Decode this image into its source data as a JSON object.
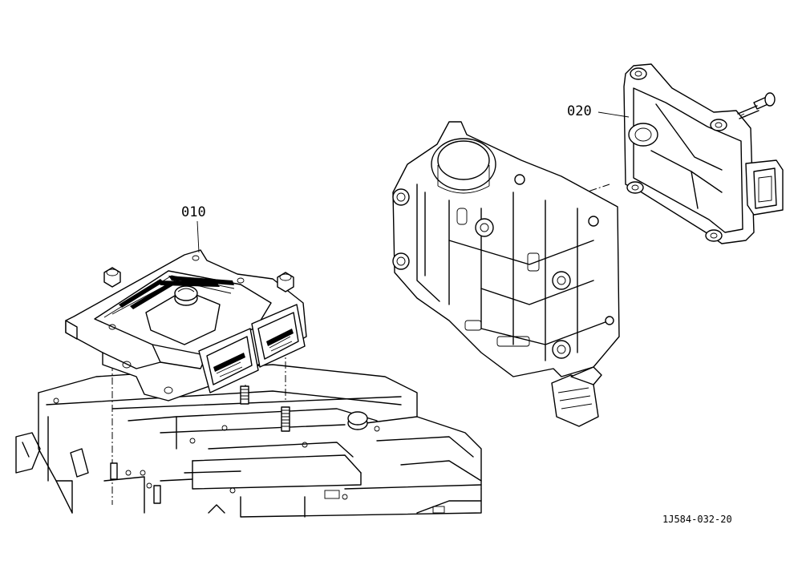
{
  "callouts": [
    {
      "id": "ecu-controller",
      "label": "010"
    },
    {
      "id": "mounting-bracket",
      "label": "020"
    }
  ],
  "drawing_code": "1J584-032-20",
  "colors": {
    "line": "#000000",
    "background": "#ffffff"
  }
}
